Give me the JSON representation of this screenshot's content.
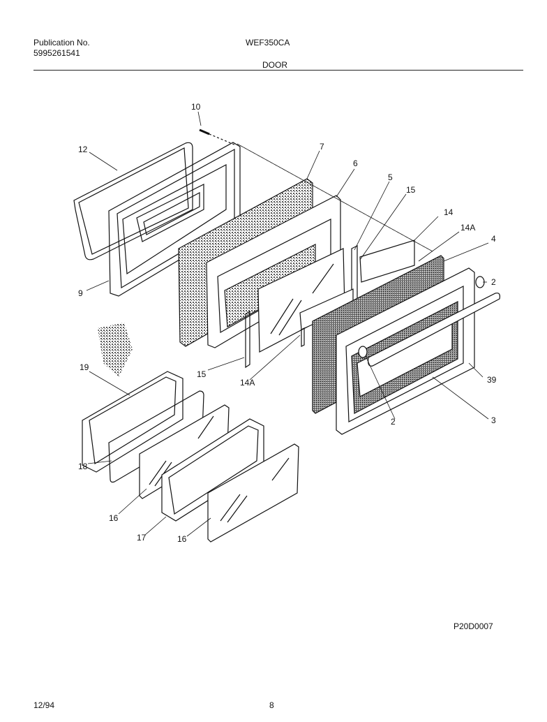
{
  "header": {
    "publication_label": "Publication No.",
    "publication_number": "5995261541",
    "model": "WEF350CA",
    "section": "DOOR"
  },
  "figure_code": "P20D0007",
  "footer": {
    "date": "12/94",
    "page": "8"
  },
  "callouts": {
    "c10": "10",
    "c12": "12",
    "c7": "7",
    "c6": "6",
    "c5": "5",
    "c15a": "15",
    "c14": "14",
    "c14Aa": "14A",
    "c4": "4",
    "c2a": "2",
    "c9": "9",
    "c15b": "15",
    "c14Ab": "14A",
    "c39": "39",
    "c2b": "2",
    "c3": "3",
    "c19": "19",
    "c18": "18",
    "c16a": "16",
    "c17": "17",
    "c16b": "16"
  }
}
